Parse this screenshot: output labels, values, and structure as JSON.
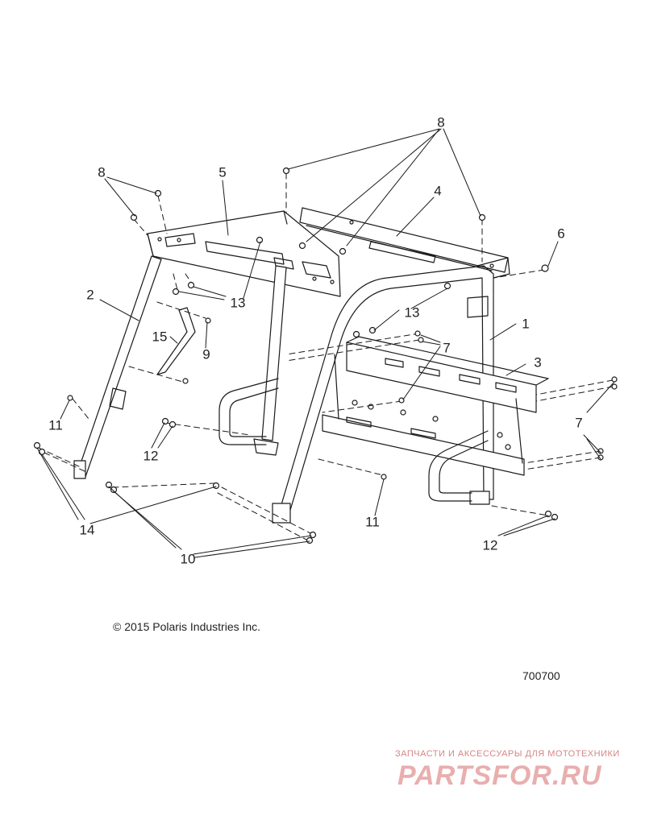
{
  "callouts": [
    {
      "id": "c1",
      "label": "1"
    },
    {
      "id": "c2",
      "label": "2"
    },
    {
      "id": "c3",
      "label": "3"
    },
    {
      "id": "c4",
      "label": "4"
    },
    {
      "id": "c5",
      "label": "5"
    },
    {
      "id": "c6",
      "label": "6"
    },
    {
      "id": "c7a",
      "label": "7"
    },
    {
      "id": "c7b",
      "label": "7"
    },
    {
      "id": "c8a",
      "label": "8"
    },
    {
      "id": "c8b",
      "label": "8"
    },
    {
      "id": "c9",
      "label": "9"
    },
    {
      "id": "c10",
      "label": "10"
    },
    {
      "id": "c11a",
      "label": "11"
    },
    {
      "id": "c11b",
      "label": "11"
    },
    {
      "id": "c12a",
      "label": "12"
    },
    {
      "id": "c12b",
      "label": "12"
    },
    {
      "id": "c13a",
      "label": "13"
    },
    {
      "id": "c13b",
      "label": "13"
    },
    {
      "id": "c14",
      "label": "14"
    },
    {
      "id": "c15",
      "label": "15"
    }
  ],
  "copyright": "© 2015 Polaris Industries Inc.",
  "diagram_id": "700700",
  "watermark": {
    "tagline": "ЗАПЧАСТИ И АКСЕССУАРЫ ДЛЯ МОТОТЕХНИКИ",
    "logo": "PARTSFOR.RU"
  },
  "colors": {
    "line": "#1a1a1a",
    "fill": "#ffffff",
    "watermark": "#e49a9a"
  }
}
